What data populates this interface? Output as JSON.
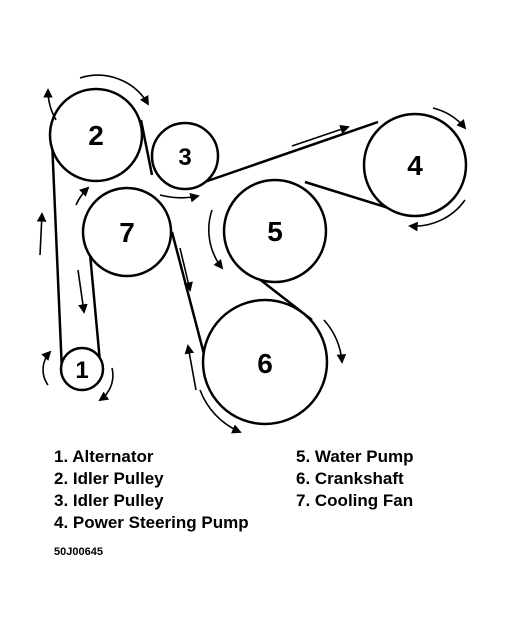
{
  "pulleys": [
    {
      "number": "1"
    },
    {
      "number": "2"
    },
    {
      "number": "3"
    },
    {
      "number": "4"
    },
    {
      "number": "5"
    },
    {
      "number": "6"
    },
    {
      "number": "7"
    }
  ],
  "legend": {
    "left": [
      "1. Alternator",
      "2. Idler Pulley",
      "3. Idler Pulley",
      "4. Power Steering Pump"
    ],
    "right": [
      "5. Water Pump",
      "6. Crankshaft",
      "7. Cooling Fan"
    ]
  },
  "figure_code": "50J00645"
}
